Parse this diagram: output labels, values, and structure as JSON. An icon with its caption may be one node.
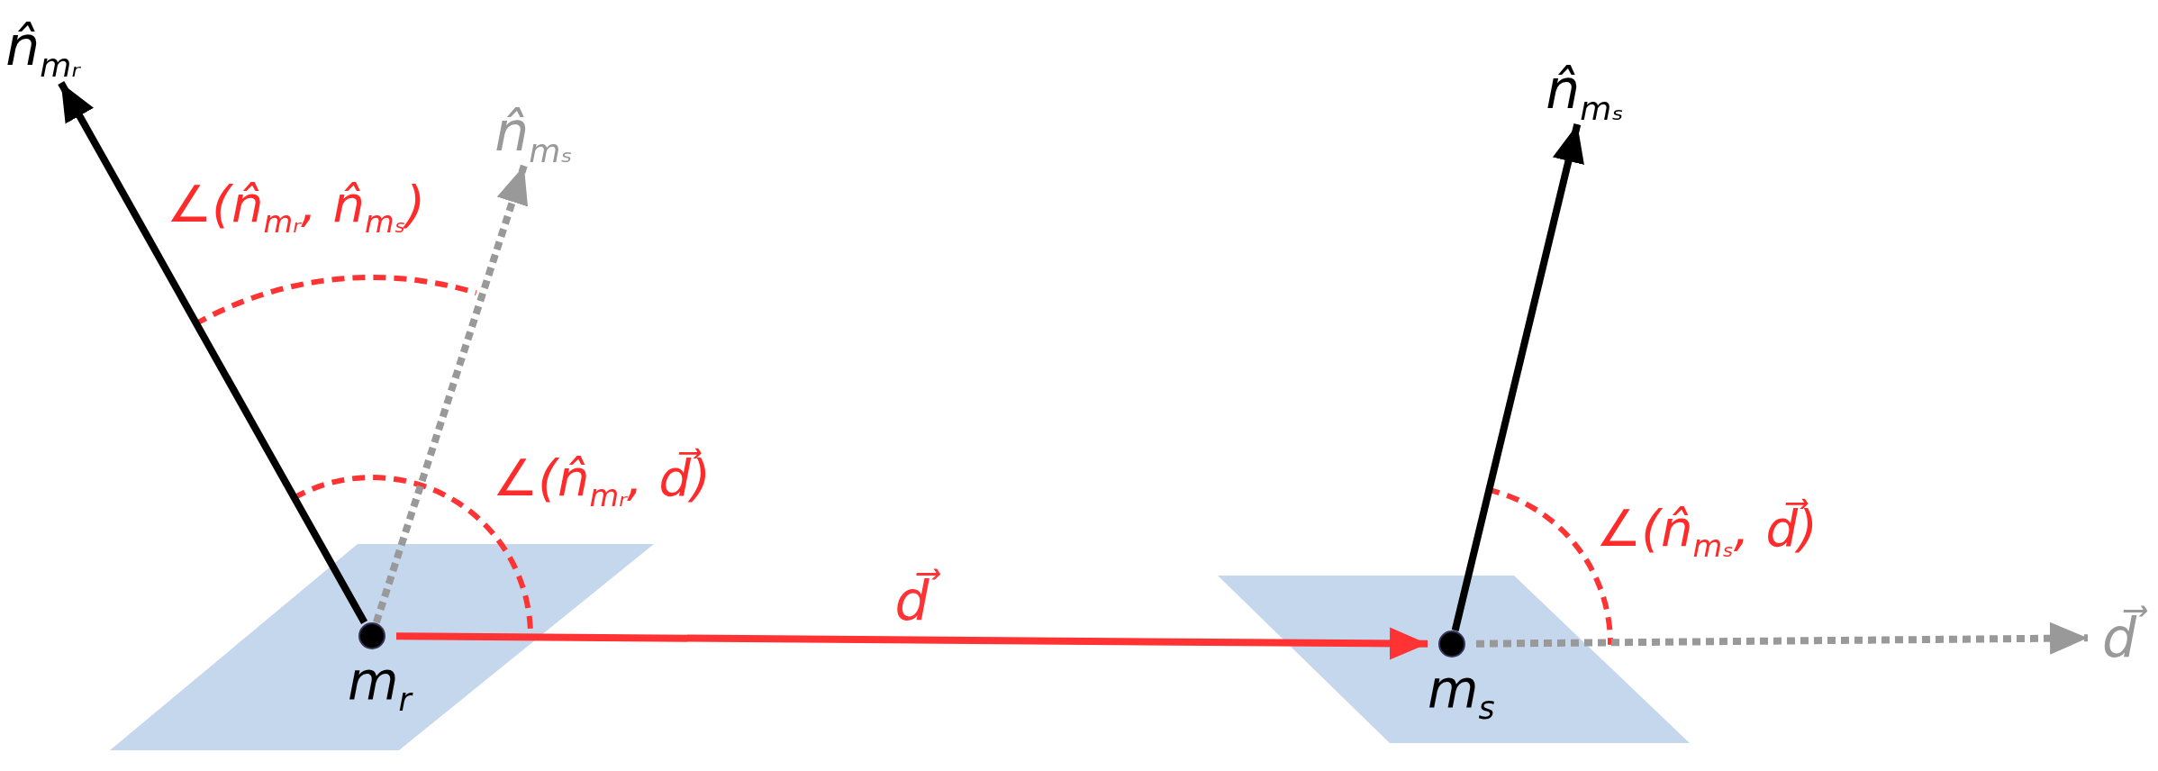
{
  "diagram": {
    "nodes": [
      {
        "text": [
          "m$_{r}$"
        ]
      },
      {
        "text": [
          "n̂$_{mᵣ}$"
        ]
      },
      {
        "text": [
          "n̂$_{mₛ}$"
        ]
      },
      {
        "text": [
          "m$_{s}$"
        ]
      },
      {
        "text": [
          "n̂$_{mₛ}$"
        ]
      },
      {
        "text": [
          "d⃗"
        ]
      }
    ],
    "edges": [
      {
        "from": 0,
        "to": 1,
        "arrow": "to"
      },
      {
        "from": 0,
        "to": 2,
        "arrow": "to",
        "style": "dashed",
        "color": "#999999"
      },
      {
        "from": 0,
        "to": 3,
        "arrow": "to",
        "label": "d⃗",
        "color": "#ff3333"
      },
      {
        "from": 3,
        "to": 4,
        "arrow": "to"
      },
      {
        "from": 3,
        "to": 5,
        "arrow": "to",
        "style": "dashed",
        "color": "#999999"
      }
    ],
    "labels": [
      "∠(n̂$_{mᵣ}$, n̂$_{mₛ}$)",
      "∠(n̂$_{mᵣ}$, d⃗)",
      "∠(n̂$_{mₛ}$, d⃗)"
    ]
  }
}
